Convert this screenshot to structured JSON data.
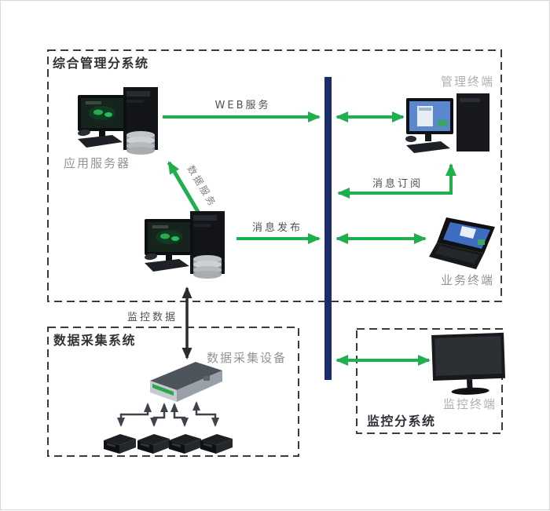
{
  "diagram": {
    "boxes": {
      "management": {
        "title": "综合管理分系统"
      },
      "acquisition": {
        "title": "数据采集系统"
      },
      "monitoring": {
        "title": "监控分系统"
      }
    },
    "nodes": {
      "app_server": {
        "label": "应用服务器"
      },
      "mgmt_terminal": {
        "label": "管理终端"
      },
      "business_terminal": {
        "label": "业务终端"
      },
      "monitor_terminal": {
        "label": "监控终端"
      },
      "daq_device": {
        "label": "数据采集设备"
      }
    },
    "links": {
      "web_service": {
        "label": "WEB服务"
      },
      "msg_publish": {
        "label": "消息发布"
      },
      "msg_subscribe": {
        "label": "消息订阅"
      },
      "data_service": {
        "label": "数据服务"
      },
      "monitor_data": {
        "label": "监控数据"
      }
    },
    "colors": {
      "arrow_green": "#1db04c",
      "bus_navy": "#1b2d69",
      "border_dark": "#3b3b3b",
      "label_gray": "#8e949a",
      "label_light_gray": "#aab0b6",
      "title_dark": "#2f3338"
    }
  }
}
